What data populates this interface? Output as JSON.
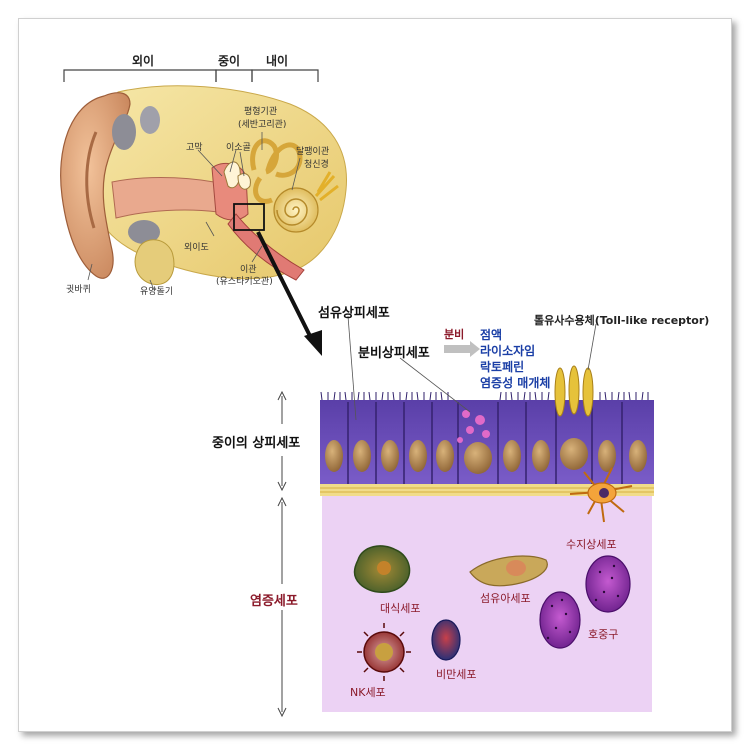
{
  "sections": {
    "outer": "외이",
    "middle": "중이",
    "inner": "내이"
  },
  "ear_labels": {
    "balance_organ": "평형기관",
    "semicircular": "(세반고리관)",
    "eardrum": "고막",
    "ossicles": "이소골",
    "cochlea": "달팽이관",
    "auditory_nerve": "청신경",
    "ear_canal": "외이도",
    "eustachian": "이관",
    "eustachian_sub": "(유스타키오관)",
    "pinna": "귓바퀴",
    "mastoid": "유양돌기"
  },
  "tissue_labels": {
    "ciliated": "섬유상피세포",
    "secretory": "분비상피세포",
    "secrete": "분비",
    "tlr": "톨유사수용체(Toll-like receptor)",
    "epithelium": "중이의 상피세포",
    "inflammatory": "염증세포",
    "macrophage": "대식세포",
    "fibroblast": "섬유아세포",
    "dendritic": "수지상세포",
    "eosinophil": "호중구",
    "mast": "비만세포",
    "nk": "NK세포"
  },
  "secretions": [
    "점액",
    "라이소자임",
    "락토페린",
    "염증성 매개체"
  ]
}
